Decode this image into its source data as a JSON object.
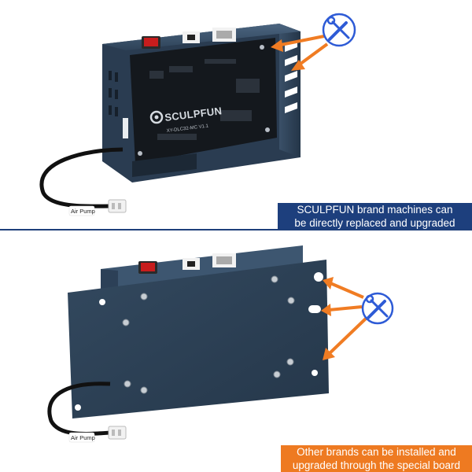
{
  "top": {
    "brand_text": "SCULPFUN",
    "model_text": "XY-DLC32-MC  V1.1",
    "cable_tag": "Air Pump",
    "caption_line1": "SCULPFUN brand machines can",
    "caption_line2": "be directly replaced and upgraded",
    "icon": "screwdriver-wrench-icon",
    "caption_color": "#1d3f7d"
  },
  "bottom": {
    "cable_tag": "Air Pump",
    "caption_line1": "Other brands can be installed and",
    "caption_line2": "upgraded through the special board",
    "icon": "screwdriver-wrench-icon",
    "caption_color": "#ee7a21"
  },
  "colors": {
    "enclosure": "#2c4057",
    "pcb": "#15191e",
    "arrow": "#f07c23",
    "icon_ring": "#2e5bd6",
    "switch_red": "#c81d1d"
  }
}
